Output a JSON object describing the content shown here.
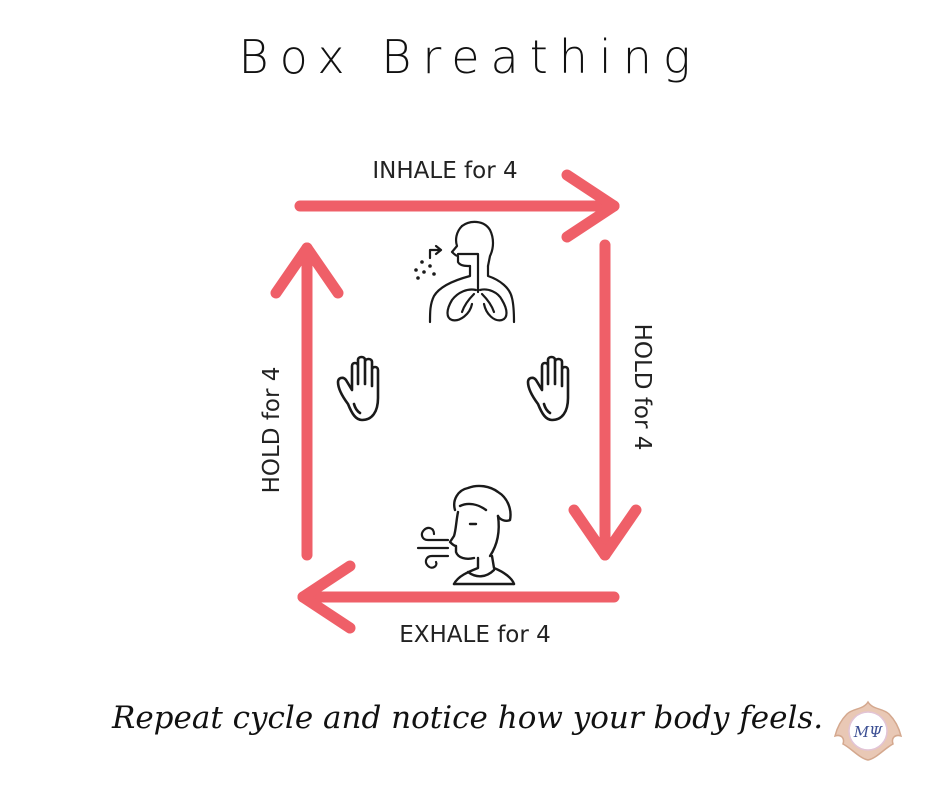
{
  "title": "Box Breathing",
  "steps": {
    "top": "INHALE for 4",
    "right": "HOLD for 4",
    "bottom": "EXHALE for 4",
    "left": "HOLD for 4"
  },
  "footer": "Repeat cycle and notice how your body feels.",
  "logo_text": "MΨ",
  "colors": {
    "arrow": "#ef5f68",
    "icon": "#1a1a1a",
    "logo_fill": "#e9c8b5",
    "logo_text": "#3c4f93"
  },
  "icons": {
    "inhale": "person-inhale-lungs-icon",
    "hold_left": "raised-hand-icon",
    "hold_right": "raised-hand-icon",
    "exhale": "person-exhale-icon"
  }
}
